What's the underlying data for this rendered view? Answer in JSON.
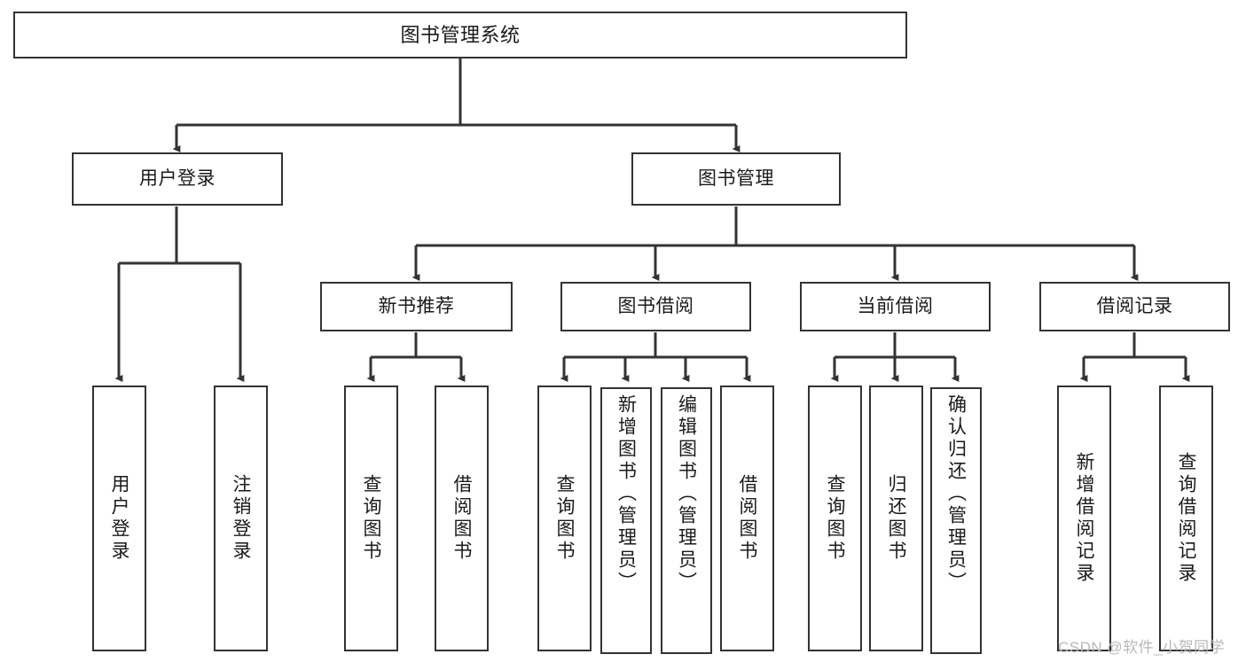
{
  "diagram": {
    "title": "图书管理系统",
    "type": "tree-hierarchy-chart",
    "background": "#ffffff",
    "line_color": "#333333",
    "text_color": "#1a1a1a"
  },
  "root": {
    "label": "图书管理系统"
  },
  "level1": [
    {
      "label": "用户登录"
    },
    {
      "label": "图书管理"
    }
  ],
  "level2": [
    {
      "label": "新书推荐"
    },
    {
      "label": "图书借阅"
    },
    {
      "label": "当前借阅"
    },
    {
      "label": "借阅记录"
    }
  ],
  "leaves": {
    "user_login": [
      {
        "label": "用户登录"
      },
      {
        "label": "注销登录"
      }
    ],
    "new_book": [
      {
        "label": "查询图书"
      },
      {
        "label": "借阅图书"
      }
    ],
    "book_borrow": [
      {
        "label": "查询图书"
      },
      {
        "label": "新增图书（管理员）"
      },
      {
        "label": "编辑图书（管理员）"
      },
      {
        "label": "借阅图书"
      }
    ],
    "current_borrow": [
      {
        "label": "查询图书"
      },
      {
        "label": "归还图书"
      },
      {
        "label": "确认归还（管理员）"
      }
    ],
    "borrow_record": [
      {
        "label": "新增借阅记录"
      },
      {
        "label": "查询借阅记录"
      }
    ]
  },
  "watermark": {
    "text": "CSDN @软件_小贺同学"
  }
}
